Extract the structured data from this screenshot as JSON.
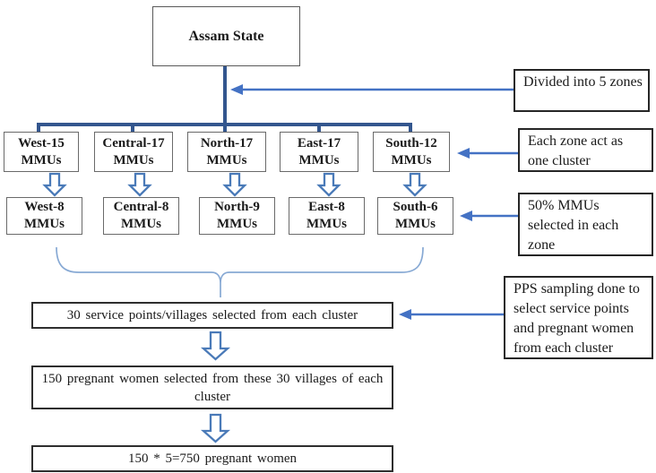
{
  "root": {
    "label": "Assam State"
  },
  "zones": [
    {
      "name": "west",
      "total_line1": "West-15",
      "total_line2": "MMUs",
      "selected_line1": "West-8",
      "selected_line2": "MMUs"
    },
    {
      "name": "central",
      "total_line1": "Central-17",
      "total_line2": "MMUs",
      "selected_line1": "Central-8",
      "selected_line2": "MMUs"
    },
    {
      "name": "north",
      "total_line1": "North-17",
      "total_line2": "MMUs",
      "selected_line1": "North-9",
      "selected_line2": "MMUs"
    },
    {
      "name": "east",
      "total_line1": "East-17",
      "total_line2": "MMUs",
      "selected_line1": "East-8",
      "selected_line2": "MMUs"
    },
    {
      "name": "south",
      "total_line1": "South-12",
      "total_line2": "MMUs",
      "selected_line1": "South-6",
      "selected_line2": "MMUs"
    }
  ],
  "flow": {
    "service_points": "30 service points/villages selected from each cluster",
    "pregnant_women": "150 pregnant women selected from these 30 villages of each cluster",
    "total_sample": "150 * 5=750 pregnant women"
  },
  "annotations": {
    "divided_zones": "Divided into 5 zones",
    "zone_cluster": "Each zone act as one cluster",
    "mmu_selection": "50% MMUs selected in each zone",
    "pps_sampling": "PPS sampling done to select service points and pregnant women from each cluster"
  },
  "colors": {
    "thick_connector": "#33568e",
    "thin_arrow": "#4472c4",
    "block_arrow_outline": "#4a7ab8",
    "brace": "#87a9d4",
    "flow_box_border": "#2e2e2e",
    "zone_box_border": "#6a6a6a",
    "text": "#1a1a1a"
  }
}
